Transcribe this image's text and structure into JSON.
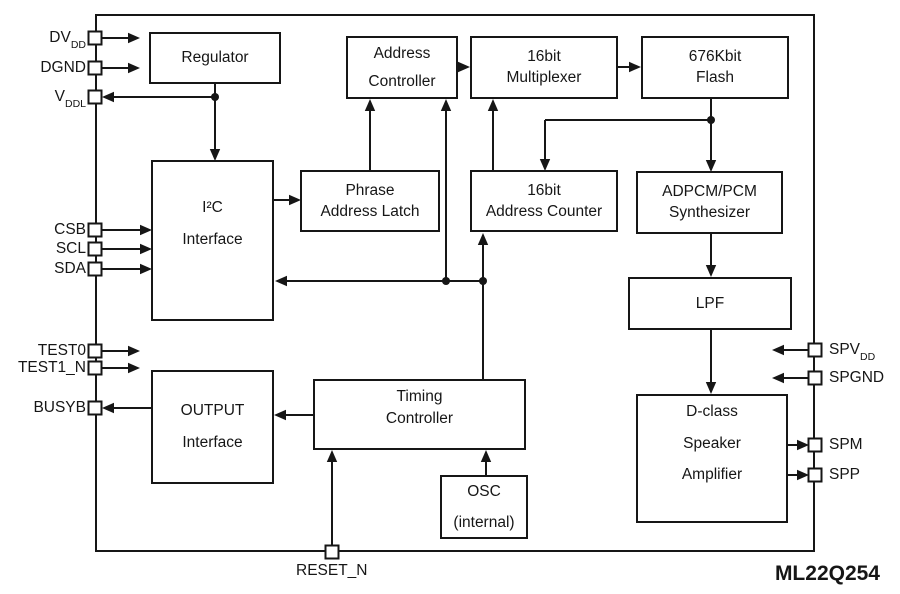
{
  "chip_label": "ML22Q254",
  "blocks": {
    "regulator": {
      "lines": [
        "Regulator"
      ]
    },
    "address_controller": {
      "lines": [
        "Address",
        "Controller"
      ]
    },
    "multiplexer": {
      "lines": [
        "16bit",
        "Multiplexer"
      ]
    },
    "flash": {
      "lines": [
        "676Kbit",
        "Flash"
      ]
    },
    "i2c": {
      "lines": [
        "I²C",
        "Interface"
      ]
    },
    "phrase_latch": {
      "lines": [
        "Phrase",
        "Address Latch"
      ]
    },
    "address_counter": {
      "lines": [
        "16bit",
        "Address Counter"
      ]
    },
    "adpcm": {
      "lines": [
        "ADPCM/PCM",
        "Synthesizer"
      ]
    },
    "lpf": {
      "lines": [
        "LPF"
      ]
    },
    "output_interface": {
      "lines": [
        "OUTPUT",
        "Interface"
      ]
    },
    "timing": {
      "lines": [
        "Timing",
        "Controller"
      ]
    },
    "osc": {
      "lines": [
        "OSC",
        "(internal)"
      ]
    },
    "dclass": {
      "lines": [
        "D-class",
        "Speaker",
        "Amplifier"
      ]
    }
  },
  "pins": {
    "dvdd": {
      "label": "DV",
      "sub": "DD"
    },
    "dgnd": {
      "label": "DGND"
    },
    "vddl": {
      "label": "V",
      "sub": "DDL"
    },
    "csb": {
      "label": "CSB"
    },
    "scl": {
      "label": "SCL"
    },
    "sda": {
      "label": "SDA"
    },
    "test0": {
      "label": "TEST0"
    },
    "test1n": {
      "label": "TEST1_N"
    },
    "busyb": {
      "label": "BUSYB"
    },
    "spvdd": {
      "label": "SPV",
      "sub": "DD"
    },
    "spgnd": {
      "label": "SPGND"
    },
    "spm": {
      "label": "SPM"
    },
    "spp": {
      "label": "SPP"
    },
    "resetn": {
      "label": "RESET_N"
    }
  },
  "colors": {
    "line": "#161616",
    "background": "#ffffff"
  }
}
